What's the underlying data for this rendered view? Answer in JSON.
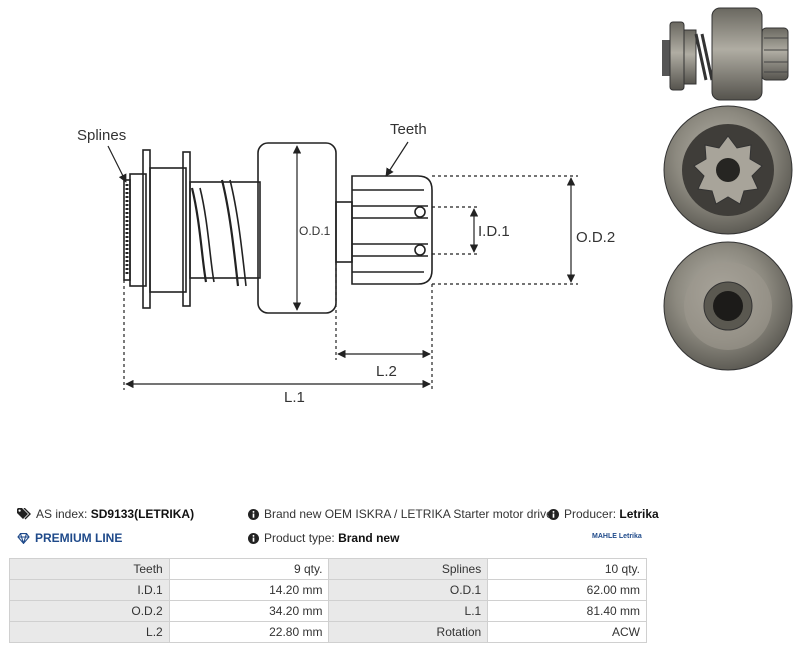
{
  "diagram": {
    "labels": {
      "splines": "Splines",
      "teeth": "Teeth",
      "od1": "O.D.1",
      "id1": "I.D.1",
      "od2": "O.D.2",
      "l2": "L.2",
      "l1": "L.1"
    }
  },
  "info": {
    "as_index_label": "AS index:",
    "as_index_value": "SD9133(LETRIKA)",
    "description": "Brand new OEM ISKRA / LETRIKA Starter motor drive",
    "producer_label": "Producer:",
    "producer_value": "Letrika",
    "premium": "PREMIUM LINE",
    "product_type_label": "Product type:",
    "product_type_value": "Brand new",
    "brand_logo": "MAHLE Letrika",
    "colors": {
      "accent": "#1f4a8a",
      "table_key_bg": "#e9e9e9"
    },
    "icons": [
      "tags-icon",
      "info-icon",
      "diamond-icon"
    ]
  },
  "specs": [
    {
      "k1": "Teeth",
      "v1": "9 qty.",
      "k2": "Splines",
      "v2": "10 qty."
    },
    {
      "k1": "I.D.1",
      "v1": "14.20 mm",
      "k2": "O.D.1",
      "v2": "62.00 mm"
    },
    {
      "k1": "O.D.2",
      "v1": "34.20 mm",
      "k2": "L.1",
      "v2": "81.40 mm"
    },
    {
      "k1": "L.2",
      "v1": "22.80 mm",
      "k2": "Rotation",
      "v2": "ACW"
    }
  ]
}
